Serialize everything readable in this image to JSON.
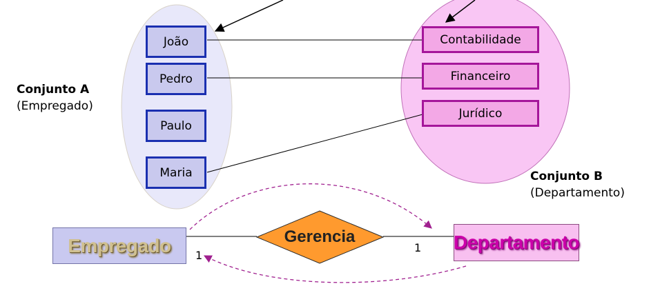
{
  "set_a": {
    "title": "Conjunto A",
    "subtitle": "(Empregado)",
    "elements": [
      "João",
      "Pedro",
      "Paulo",
      "Maria"
    ]
  },
  "set_b": {
    "title": "Conjunto B",
    "subtitle": "(Departamento)",
    "elements": [
      "Contabilidade",
      "Financeiro",
      "Jurídico"
    ]
  },
  "er": {
    "entity_left": "Empregado",
    "relationship": "Gerencia",
    "entity_right": "Departamento",
    "card_left": "1",
    "card_right": "1"
  },
  "colors": {
    "set_a_fill": "#e8e8fa",
    "set_b_fill": "#f9c6f4",
    "element_a_border": "#1a2fb0",
    "element_b_border": "#a5169a",
    "relationship_fill": "#ff9a2e",
    "arrow_dash": "#a0208f"
  }
}
